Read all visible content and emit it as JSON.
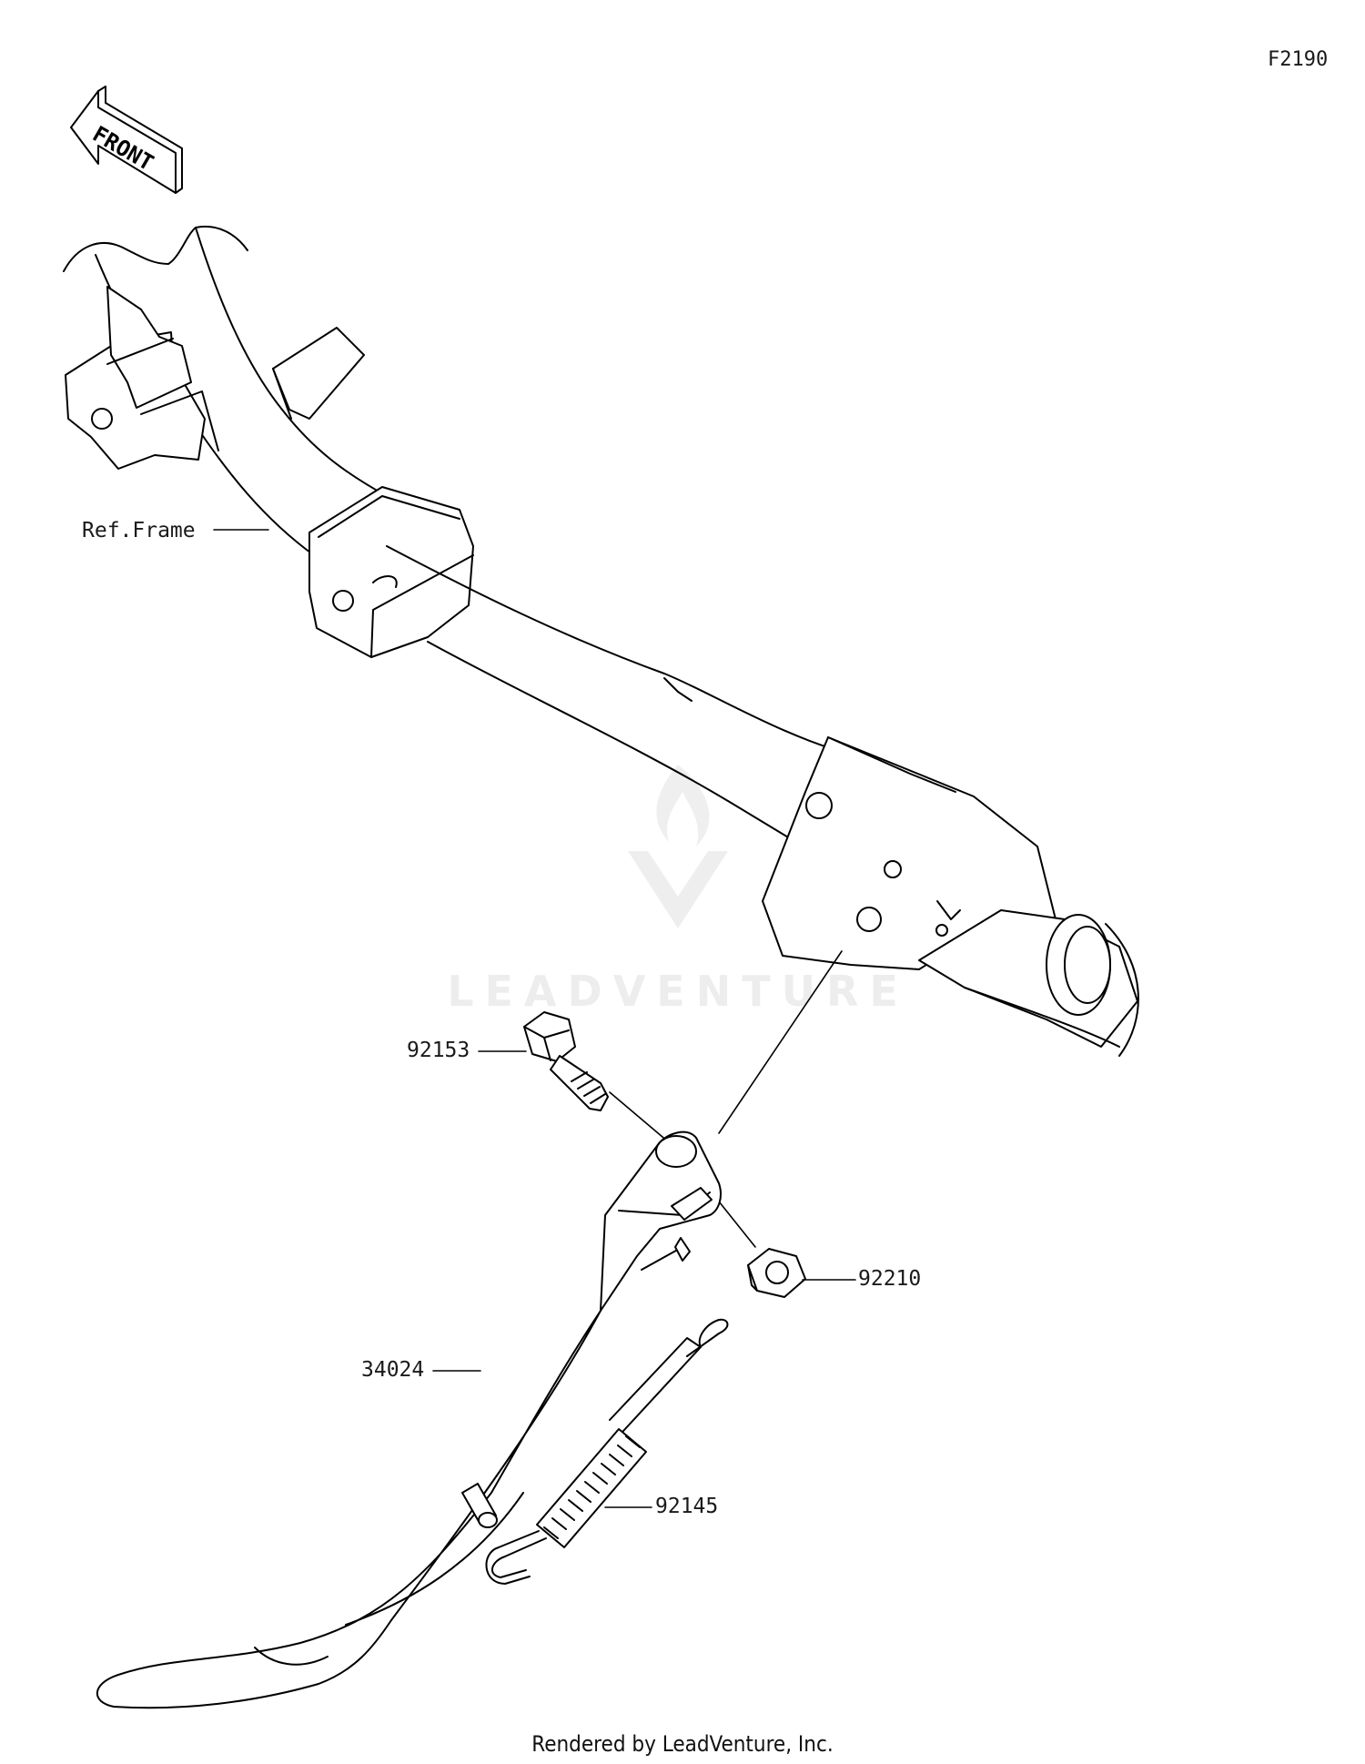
{
  "figure_id": "F2190",
  "orientation_label": "FRONT",
  "reference_label": "Ref.Frame",
  "parts": [
    {
      "number": "92153",
      "name_icon": "bolt-icon"
    },
    {
      "number": "92210",
      "name_icon": "nut-icon"
    },
    {
      "number": "34024",
      "name_icon": "side-stand-icon"
    },
    {
      "number": "92145",
      "name_icon": "spring-icon"
    }
  ],
  "watermark": "LEADVENTURE",
  "footer": "Rendered by LeadVenture, Inc."
}
